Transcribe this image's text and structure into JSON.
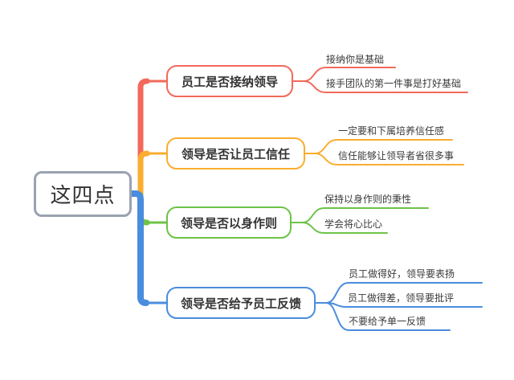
{
  "diagram": {
    "type": "mindmap",
    "background_color": "#FFFFFF",
    "text_color": "#3A3A3A",
    "root": {
      "label": "这四点",
      "border_color": "#9AA2B1"
    },
    "branches": [
      {
        "label": "员工是否接纳领导",
        "color": "#F2695A",
        "children": [
          {
            "label": "接纳你是基础"
          },
          {
            "label": "接手团队的第一件事是打好基础"
          }
        ]
      },
      {
        "label": "领导是否让员工信任",
        "color": "#FAAD30",
        "children": [
          {
            "label": "一定要和下属培养信任感"
          },
          {
            "label": "信任能够让领导者省很多事"
          }
        ]
      },
      {
        "label": "领导是否以身作则",
        "color": "#6DC347",
        "children": [
          {
            "label": "保持以身作则的秉性"
          },
          {
            "label": "学会将心比心"
          }
        ]
      },
      {
        "label": "领导是否给予员工反馈",
        "color": "#4A8CDE",
        "children": [
          {
            "label": "员工做得好，领导要表扬"
          },
          {
            "label": "员工做得差，领导要批评"
          },
          {
            "label": "不要给予单一反馈"
          }
        ]
      }
    ]
  }
}
